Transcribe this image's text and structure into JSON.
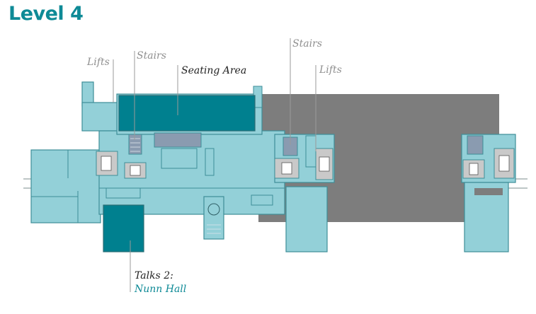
{
  "title": "Level 4",
  "labels": {
    "lifts_left": "Lifts",
    "stairs_left": "Stairs",
    "seating_area": "Seating Area",
    "stairs_right": "Stairs",
    "lifts_right": "Lifts",
    "talks_title": "Talks 2:",
    "talks_venue": "Nunn Hall"
  },
  "colors": {
    "title": "#0e8a96",
    "room_fill": "#93d0d8",
    "highlight_fill": "#00808f",
    "blocked_fill": "#7d7d7d",
    "core_fill": "#c9c9c9",
    "stair_fill": "#8a9bb0",
    "wall": "#3e8e98"
  }
}
